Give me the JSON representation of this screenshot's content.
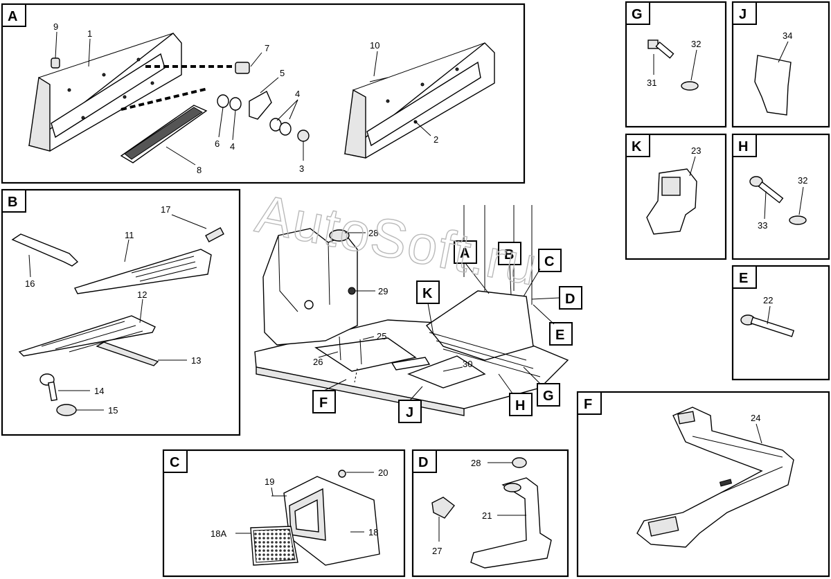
{
  "watermark": "AutoSoft.ru",
  "panels": {
    "A": {
      "label": "A",
      "callouts": {
        "n9": "9",
        "n1": "1",
        "n7": "7",
        "n5": "5",
        "n4a": "4",
        "n6": "6",
        "n4b": "4",
        "n8": "8",
        "n3": "3",
        "n10": "10",
        "n2": "2"
      }
    },
    "B": {
      "label": "B",
      "callouts": {
        "n17": "17",
        "n11": "11",
        "n16": "16",
        "n12": "12",
        "n13": "13",
        "n14": "14",
        "n15": "15"
      }
    },
    "C": {
      "label": "C",
      "callouts": {
        "n19": "19",
        "n20": "20",
        "n18A": "18A",
        "n18": "18"
      }
    },
    "D": {
      "label": "D",
      "callouts": {
        "n28": "28",
        "n21": "21",
        "n27": "27"
      }
    },
    "F": {
      "label": "F",
      "callouts": {
        "n24": "24"
      }
    },
    "G": {
      "label": "G",
      "callouts": {
        "n32": "32",
        "n31": "31"
      }
    },
    "J": {
      "label": "J",
      "callouts": {
        "n34": "34"
      }
    },
    "K": {
      "label": "K",
      "callouts": {
        "n23": "23"
      }
    },
    "H": {
      "label": "H",
      "callouts": {
        "n32": "32",
        "n33": "33"
      }
    },
    "E": {
      "label": "E",
      "callouts": {
        "n22": "22"
      }
    }
  },
  "overview": {
    "callouts": {
      "n28": "28",
      "n29": "29",
      "n25": "25",
      "n26": "26",
      "n30": "30"
    },
    "tags": {
      "A": "A",
      "B": "B",
      "C": "C",
      "D": "D",
      "E": "E",
      "F": "F",
      "G": "G",
      "H": "H",
      "J": "J",
      "K": "K"
    }
  }
}
